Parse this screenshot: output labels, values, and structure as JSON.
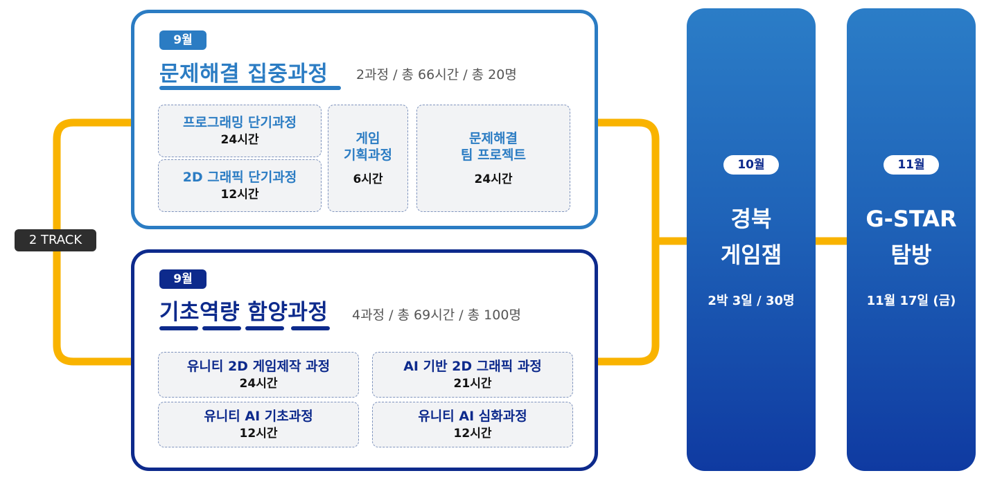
{
  "track_label": "2 TRACK",
  "tracks": [
    {
      "month": "9월",
      "title": "문제해결 집중과정",
      "summary": "2과정 / 총 66시간 / 총 20명",
      "courses": [
        {
          "name": "프로그래밍 단기과정",
          "hours": "24시간"
        },
        {
          "name": "2D 그래픽 단기과정",
          "hours": "12시간"
        },
        {
          "name": "게임\n기획과정",
          "hours": "6시간"
        },
        {
          "name": "문제해결\n팀 프로젝트",
          "hours": "24시간"
        }
      ]
    },
    {
      "month": "9월",
      "title": "기초역량 함양과정",
      "summary": "4과정 / 총 69시간 / 총 100명",
      "courses": [
        {
          "name": "유니티 2D 게임제작 과정",
          "hours": "24시간"
        },
        {
          "name": "AI 기반 2D 그래픽 과정",
          "hours": "21시간"
        },
        {
          "name": "유니티 AI 기초과정",
          "hours": "12시간"
        },
        {
          "name": "유니티 AI 심화과정",
          "hours": "12시간"
        }
      ]
    }
  ],
  "events": [
    {
      "month": "10월",
      "title_line1": "경북",
      "title_line2": "게임잼",
      "detail": "2박 3일 / 30명"
    },
    {
      "month": "11월",
      "title_line1": "G-STAR",
      "title_line2": "탐방",
      "detail": "11월 17일 (금)"
    }
  ],
  "colors": {
    "connector": "#f9b300",
    "track1_accent": "#2b7cc3",
    "track2_accent": "#0d2a8c",
    "event_gradient_top": "#2b7dc7",
    "event_gradient_bottom": "#0f3aa1"
  }
}
